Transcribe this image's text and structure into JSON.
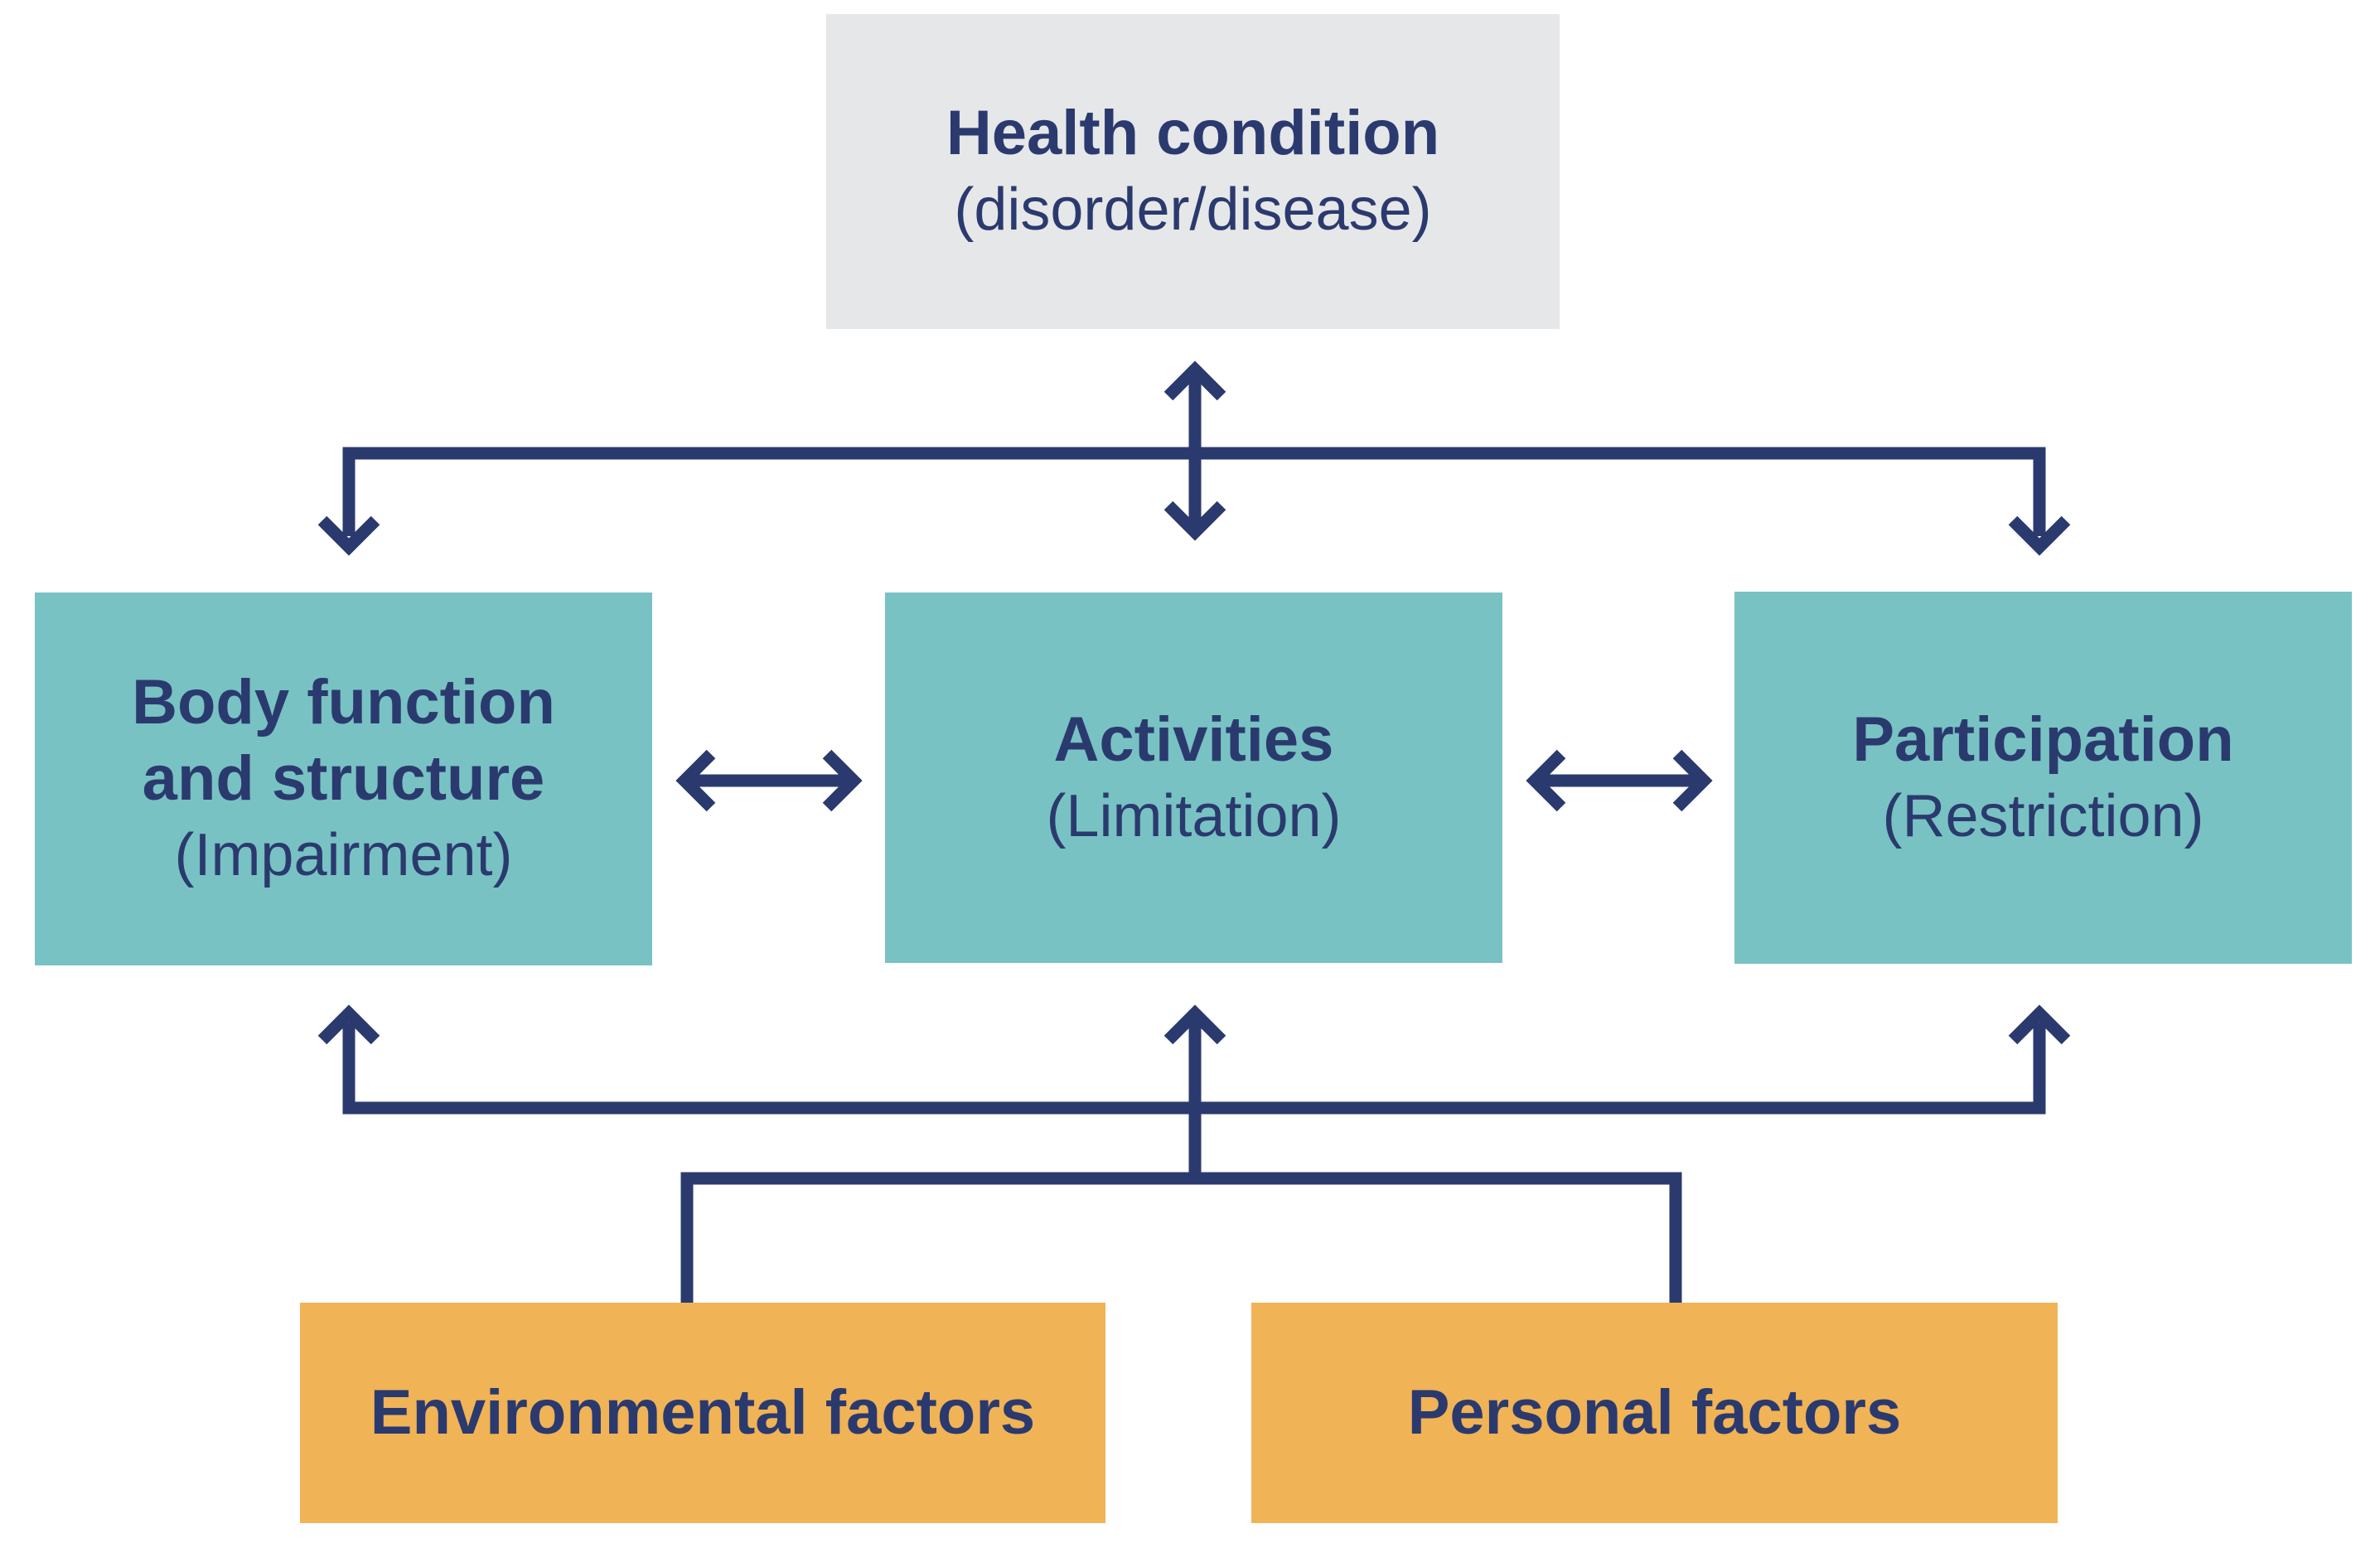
{
  "colors": {
    "ink": "#2b3a6e",
    "health_fill": "#e6e7e9",
    "teal_fill": "#78c2c3",
    "orange_fill": "#f0b356",
    "background": "#ffffff"
  },
  "health_condition": {
    "title": "Health condition",
    "subtitle": "(disorder/disease)"
  },
  "body_function": {
    "title_line1": "Body function",
    "title_line2": "and structure",
    "subtitle": "(Impairment)"
  },
  "activities": {
    "title": "Activities",
    "subtitle": "(Limitation)"
  },
  "participation": {
    "title": "Participation",
    "subtitle": "(Restriction)"
  },
  "environmental_factors": {
    "title": "Environmental factors"
  },
  "personal_factors": {
    "title": "Personal factors"
  },
  "icons": {
    "arrows": "double-headed-arrow",
    "connectors": "elbow-connector"
  }
}
